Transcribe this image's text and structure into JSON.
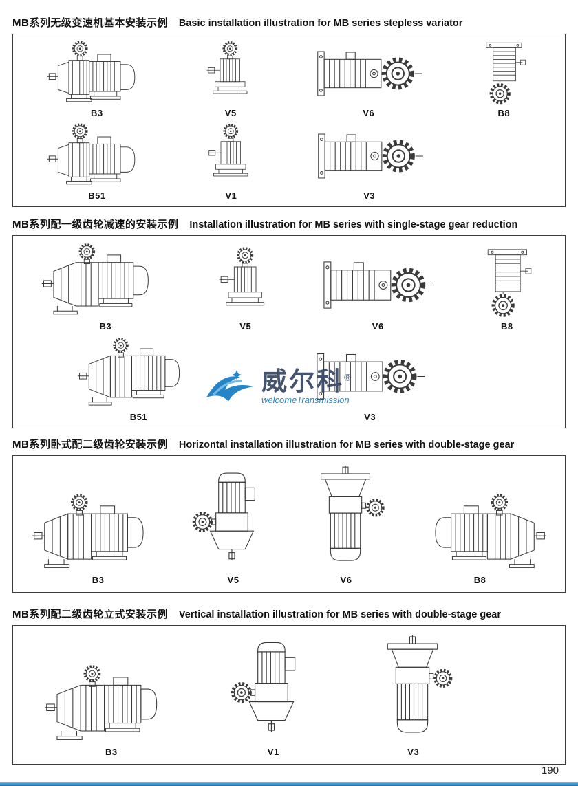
{
  "page": {
    "number": "190"
  },
  "watermark": {
    "brand": "威尔科",
    "reg": "®",
    "subtitle": "welcomeTransmission"
  },
  "colors": {
    "accent_blue": "#1b7fc3",
    "drawing_line": "#3a3a3a",
    "footer_bar_blue": "#1b6fae"
  },
  "sections": [
    {
      "title_cn": "MB系列无级变速机基本安装示例",
      "title_en": "Basic installation illustration for MB series stepless variator",
      "rows": [
        [
          "B3",
          "V5",
          "V6",
          "B8"
        ],
        [
          "B51",
          "V1",
          "V3"
        ]
      ]
    },
    {
      "title_cn": "MB系列配一级齿轮减速的安装示例",
      "title_en": "Installation illustration for MB series with single-stage gear reduction",
      "rows": [
        [
          "B3",
          "V5",
          "V6",
          "B8"
        ],
        [
          "B51",
          "V3"
        ]
      ]
    },
    {
      "title_cn": "MB系列卧式配二级齿轮安装示例",
      "title_en": "Horizontal installation illustration for MB series with double-stage gear",
      "rows": [
        [
          "B3",
          "V5",
          "V6",
          "B8"
        ]
      ]
    },
    {
      "title_cn": "MB系列配二级齿轮立式安装示例",
      "title_en": "Vertical installation illustration for MB series with double-stage gear",
      "rows": [
        [
          "B3",
          "V1",
          "V3"
        ]
      ]
    }
  ]
}
